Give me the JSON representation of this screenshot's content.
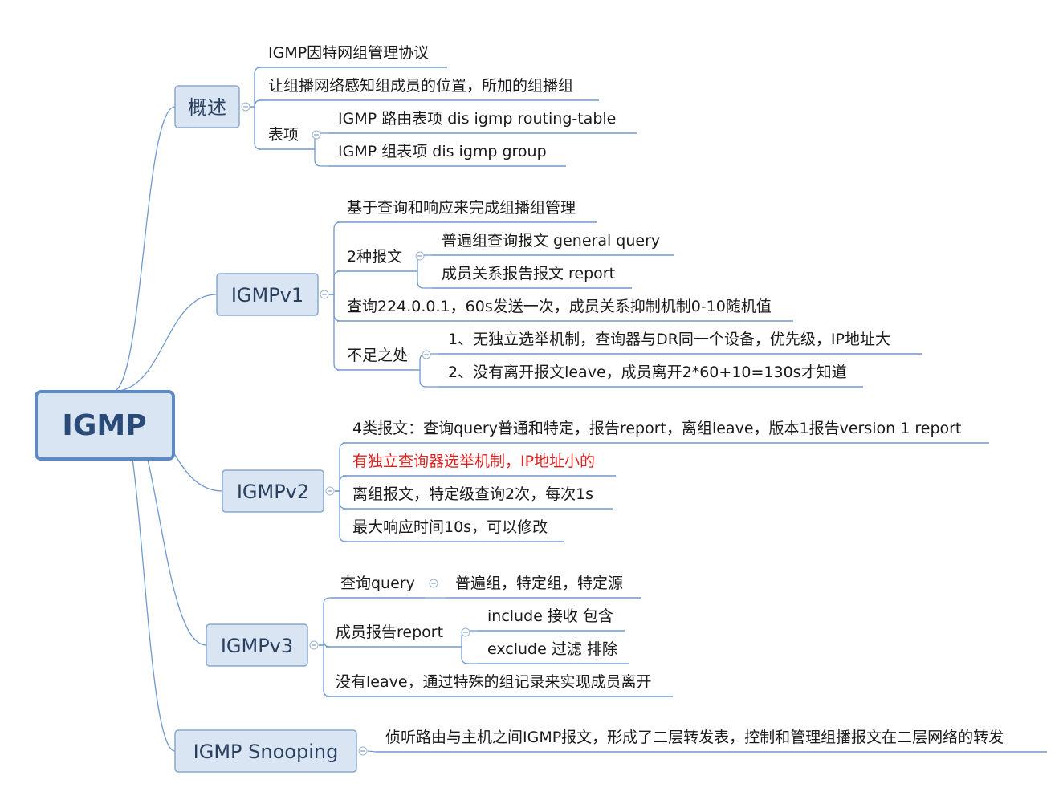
{
  "root": {
    "label": "IGMP"
  },
  "branches": [
    {
      "label": "概述",
      "children": [
        {
          "label": "IGMP因特网组管理协议"
        },
        {
          "label": "让组播网络感知组成员的位置，所加的组播组"
        },
        {
          "label": "表项",
          "children": [
            {
              "label": "IGMP 路由表项 dis igmp routing-table"
            },
            {
              "label": "IGMP 组表项 dis igmp group"
            }
          ]
        }
      ]
    },
    {
      "label": "IGMPv1",
      "children": [
        {
          "label": "基于查询和响应来完成组播组管理"
        },
        {
          "label": "2种报文",
          "children": [
            {
              "label": "普遍组查询报文 general query"
            },
            {
              "label": "成员关系报告报文 report"
            }
          ]
        },
        {
          "label": "查询224.0.0.1，60s发送一次，成员关系抑制机制0-10随机值"
        },
        {
          "label": "不足之处",
          "children": [
            {
              "label": "1、无独立选举机制，查询器与DR同一个设备，优先级，IP地址大"
            },
            {
              "label": "2、没有离开报文leave，成员离开2*60+10=130s才知道"
            }
          ]
        }
      ]
    },
    {
      "label": "IGMPv2",
      "children": [
        {
          "label": "4类报文：查询query普通和特定，报告report，离组leave，版本1报告version 1 report"
        },
        {
          "label": "有独立查询器选举机制，IP地址小的",
          "color": "#e02020"
        },
        {
          "label": "离组报文，特定级查询2次，每次1s"
        },
        {
          "label": "最大响应时间10s，可以修改"
        }
      ]
    },
    {
      "label": "IGMPv3",
      "children": [
        {
          "label": "查询query",
          "children": [
            {
              "label": "普遍组，特定组，特定源"
            }
          ]
        },
        {
          "label": "成员报告report",
          "children": [
            {
              "label": "include 接收 包含"
            },
            {
              "label": "exclude 过滤 排除"
            }
          ]
        },
        {
          "label": "没有leave，通过特殊的组记录来实现成员离开"
        }
      ]
    },
    {
      "label": "IGMP Snooping",
      "children": [
        {
          "label": "侦听路由与主机之间IGMP报文，形成了二层转发表，控制和管理组播报文在二层网络的转发"
        }
      ]
    }
  ],
  "colors": {
    "connector": "#6f99cf",
    "node_fill": "#d9e5f3",
    "root_border": "#5d89c4",
    "highlight": "#e02020"
  }
}
